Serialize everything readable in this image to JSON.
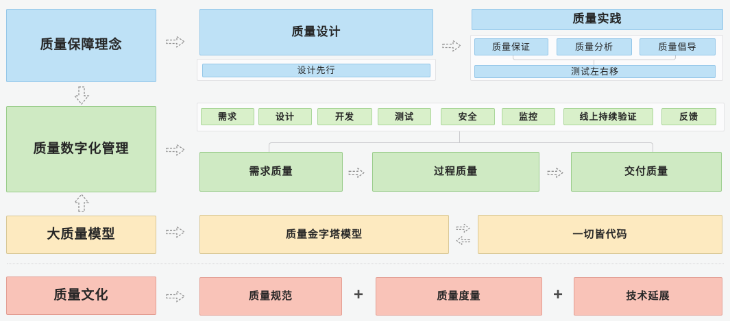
{
  "colors": {
    "blue": "#bee1f6",
    "green": "#cfeac3",
    "orange": "#fdeac0",
    "red": "#f9c3b8",
    "background": "#f5f6f6"
  },
  "left_column": {
    "philosophy": "质量保障理念",
    "digital_management": "质量数字化管理",
    "big_model": "大质量模型",
    "culture": "质量文化"
  },
  "design_section": {
    "title": "质量设计",
    "sub_item": "设计先行"
  },
  "practice_section": {
    "title": "质量实践",
    "items": [
      "质量保证",
      "质量分析",
      "质量倡导"
    ],
    "bottom_item": "测试左右移"
  },
  "pipeline": {
    "stages": [
      "需求",
      "设计",
      "开发",
      "测试",
      "安全",
      "监控",
      "线上持续验证",
      "反馈"
    ]
  },
  "quality_flow": {
    "items": [
      "需求质量",
      "过程质量",
      "交付质量"
    ]
  },
  "model_row": {
    "pyramid": "质量金字塔模型",
    "everything_as_code": "一切皆代码"
  },
  "culture_row": {
    "items": [
      "质量规范",
      "质量度量",
      "技术延展"
    ],
    "plus": "+"
  }
}
